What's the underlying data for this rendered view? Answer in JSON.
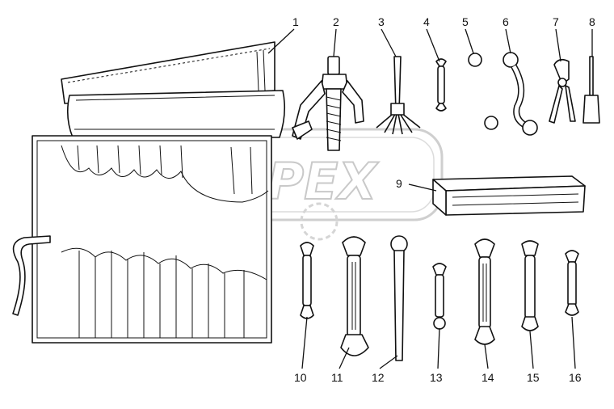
{
  "watermark": {
    "text": "OPEX"
  },
  "callouts": [
    "1",
    "2",
    "3",
    "4",
    "5",
    "6",
    "7",
    "8",
    "9",
    "10",
    "11",
    "12",
    "13",
    "14",
    "15",
    "16"
  ]
}
